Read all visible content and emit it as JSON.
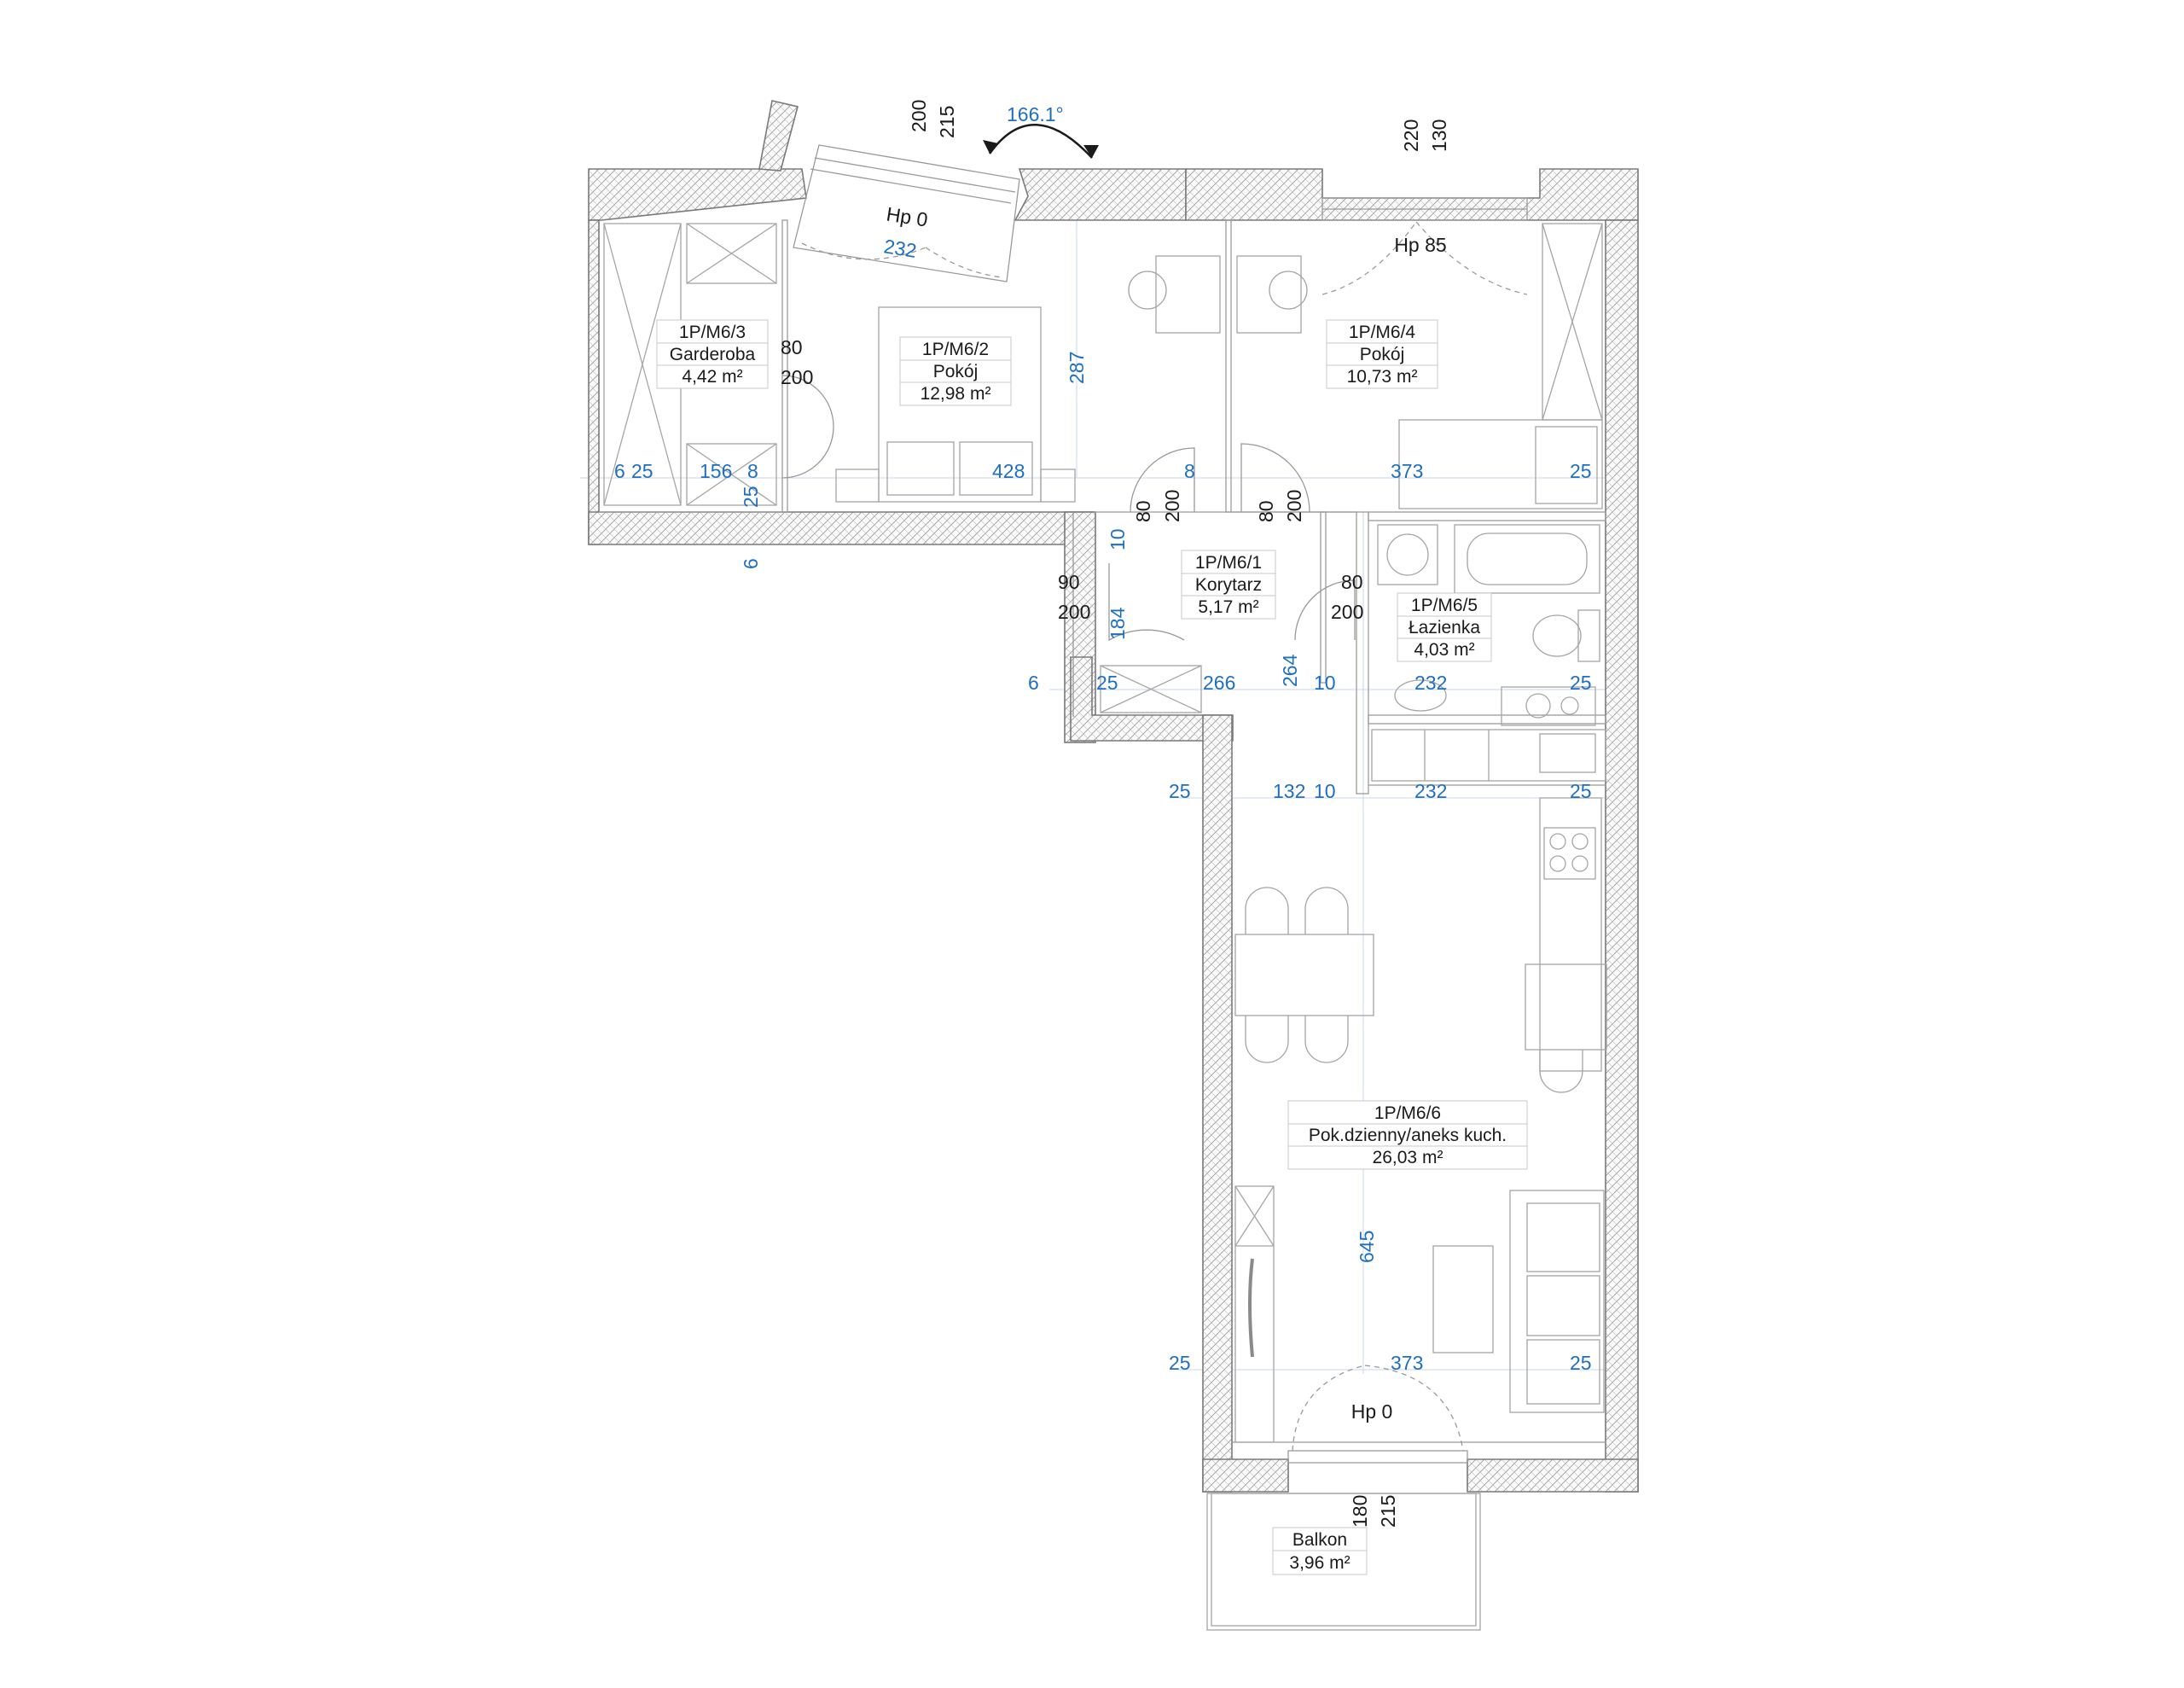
{
  "rooms": {
    "corridor": {
      "id": "1P/M6/1",
      "name": "Korytarz",
      "area": "5,17 m²"
    },
    "bedroom_2": {
      "id": "1P/M6/2",
      "name": "Pokój",
      "area": "12,98 m²"
    },
    "wardrobe": {
      "id": "1P/M6/3",
      "name": "Garderoba",
      "area": "4,42 m²"
    },
    "bedroom_4": {
      "id": "1P/M6/4",
      "name": "Pokój",
      "area": "10,73 m²"
    },
    "bathroom": {
      "id": "1P/M6/5",
      "name": "Łazienka",
      "area": "4,03 m²"
    },
    "living": {
      "id": "1P/M6/6",
      "name": "Pok.dzienny/aneks kuch.",
      "area": "26,03 m²"
    },
    "balcony": {
      "name": "Balkon",
      "area": "3,96 m²"
    }
  },
  "angle": "166.1°",
  "sill_heights": {
    "bedroom_2": "Hp 0",
    "bedroom_4": "Hp 85",
    "living": "Hp 0"
  },
  "openings_black": {
    "bedroom2_window": [
      "200",
      "215"
    ],
    "bedroom4_window": [
      "220",
      "130"
    ],
    "wardrobe_door": [
      "80",
      "200"
    ],
    "bedroom2_door": [
      "80",
      "200"
    ],
    "bedroom4_door": [
      "80",
      "200"
    ],
    "entrance_door": [
      "90",
      "200"
    ],
    "bathroom_door": [
      "80",
      "200"
    ],
    "balcony_door": [
      "180",
      "215"
    ]
  },
  "dims_blue": {
    "bedroom2_window_width": "232",
    "bedroom2_depth": "287",
    "row1": [
      "6",
      "25",
      "156",
      "8",
      "428",
      "8",
      "373",
      "25"
    ],
    "wardrobe_v_25": "25",
    "wardrobe_v_6": "6",
    "corridor_v_10": "10",
    "corridor_v_184": "184",
    "corridor_v_264": "264",
    "row2": [
      "6",
      "25",
      "266",
      "10",
      "232",
      "25"
    ],
    "row3": [
      "25",
      "132",
      "10",
      "232",
      "25"
    ],
    "living_depth": "645",
    "row4": [
      "25",
      "373",
      "25"
    ]
  },
  "colors": {
    "dimension_blue": "#1f6fc0",
    "wall_stroke": "#7a7a7a",
    "text": "#1a1a1a"
  }
}
